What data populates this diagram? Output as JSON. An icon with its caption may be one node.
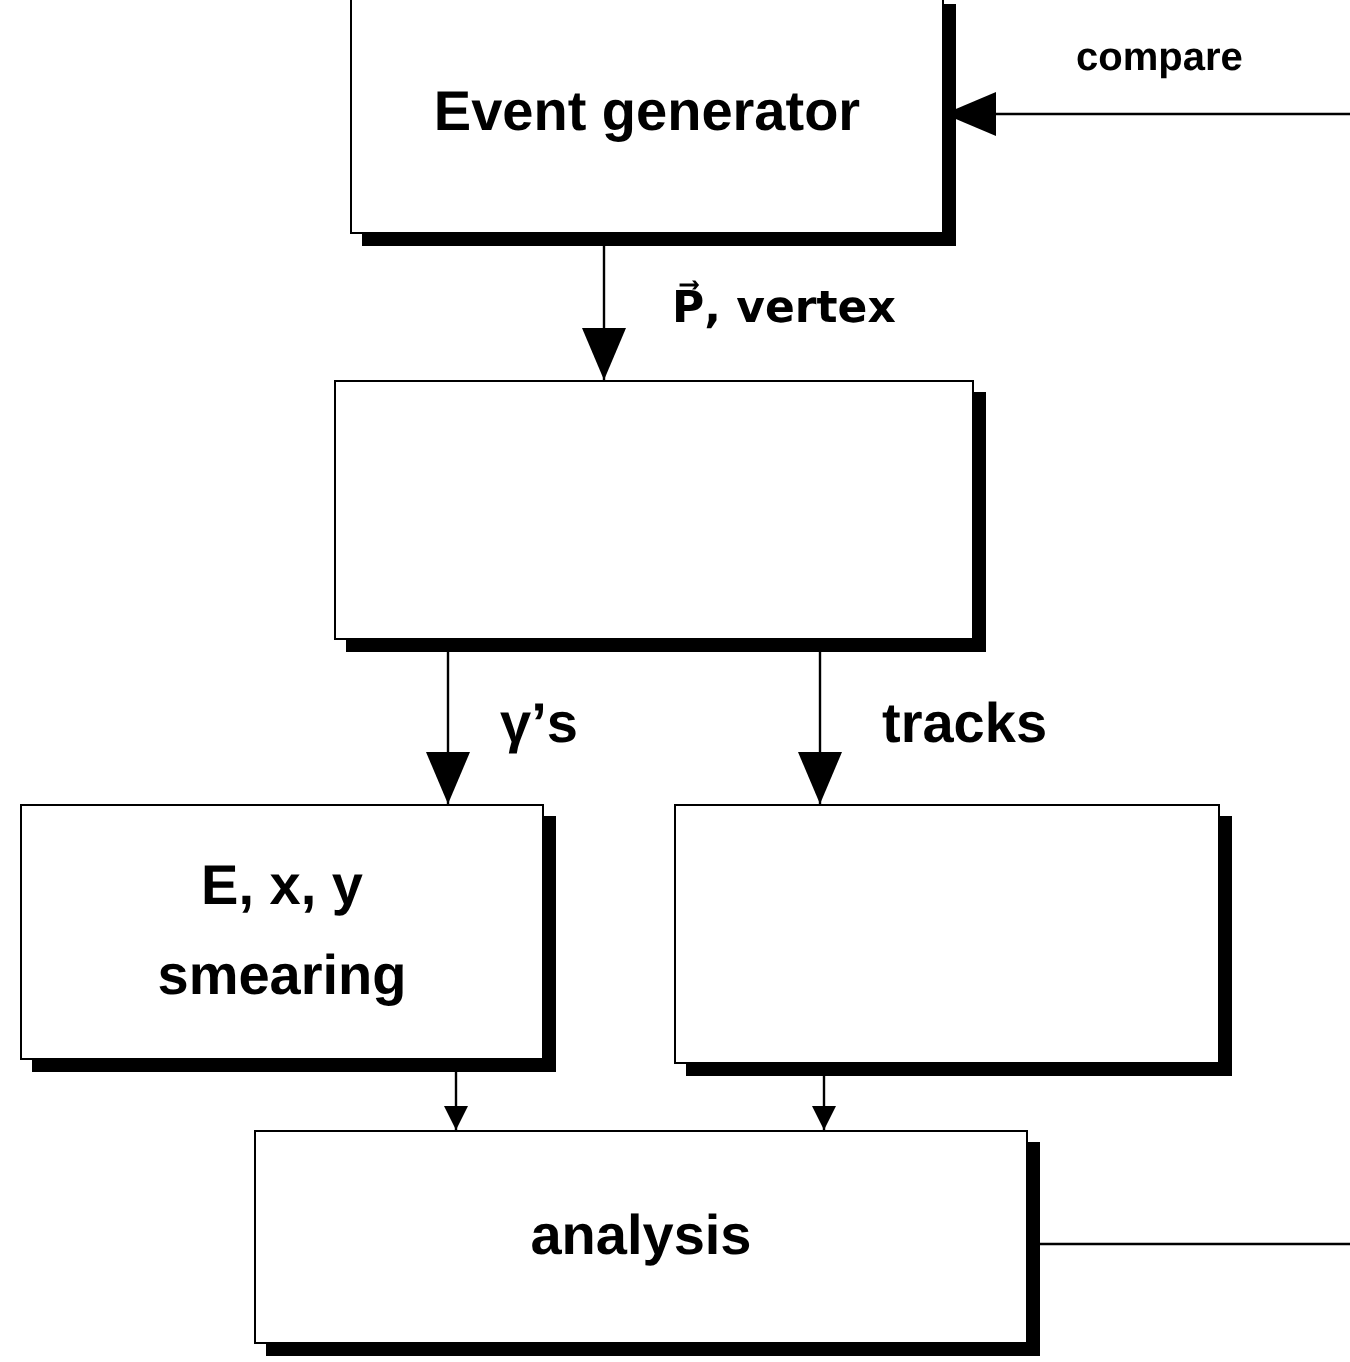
{
  "diagram": {
    "nodes": [
      {
        "text": [
          "Event generator"
        ]
      },
      {
        "text": [],
        "shape": "box"
      },
      {
        "text": [
          "E, x, y smearing"
        ]
      },
      {
        "text": [],
        "shape": "box"
      },
      {
        "text": [
          "analysis"
        ]
      }
    ],
    "edges": [
      {
        "from": 0,
        "to": 1,
        "arrow": "to",
        "label": "P⃗, vertex"
      },
      {
        "from": 1,
        "to": 2,
        "arrow": "to",
        "label": "γ’s"
      },
      {
        "from": 1,
        "to": 3,
        "arrow": "to",
        "label": "tracks"
      },
      {
        "from": 2,
        "to": 4,
        "arrow": "to"
      },
      {
        "from": 3,
        "to": 4,
        "arrow": "to"
      },
      {
        "from": null,
        "to": 0,
        "arrow": "to",
        "label": "compare"
      },
      {
        "from": 4,
        "to": null,
        "arrow": "none"
      }
    ]
  }
}
